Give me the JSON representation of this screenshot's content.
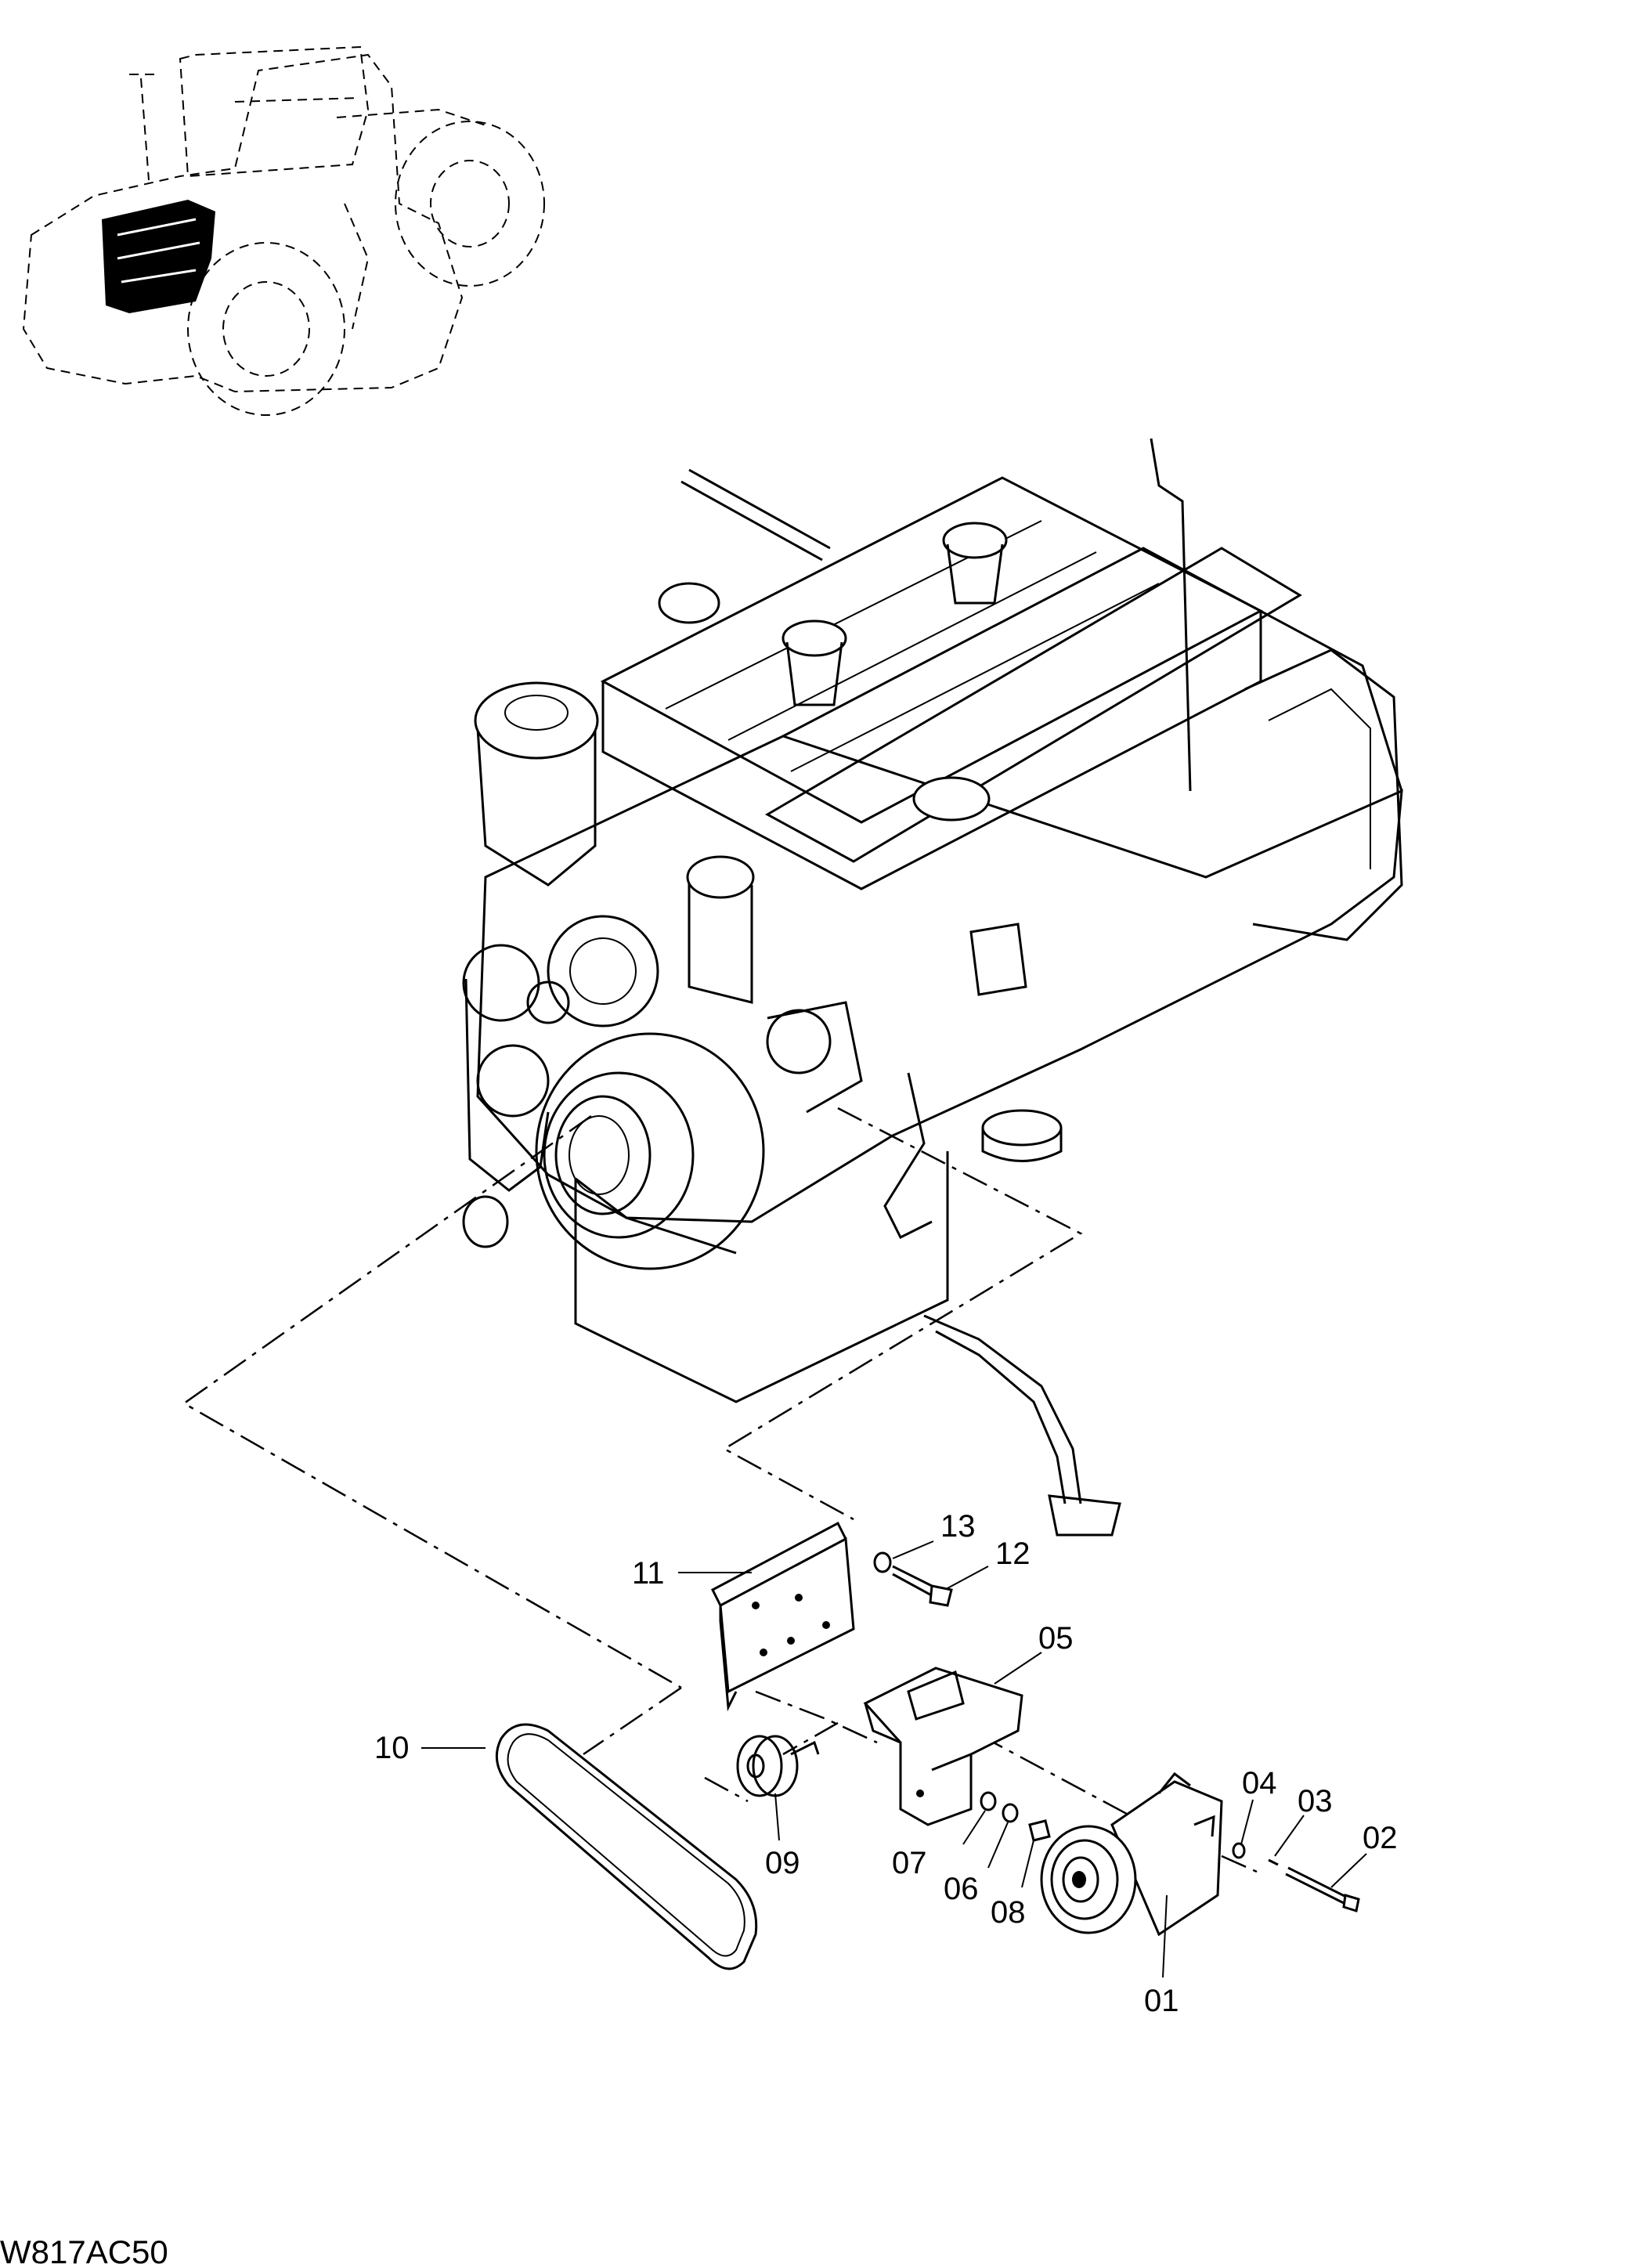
{
  "drawing": {
    "code": "W817AC50"
  },
  "callouts": [
    {
      "id": "01",
      "label": "01"
    },
    {
      "id": "02",
      "label": "02"
    },
    {
      "id": "03",
      "label": "03"
    },
    {
      "id": "04",
      "label": "04"
    },
    {
      "id": "05",
      "label": "05"
    },
    {
      "id": "06",
      "label": "06"
    },
    {
      "id": "07",
      "label": "07"
    },
    {
      "id": "08",
      "label": "08"
    },
    {
      "id": "09",
      "label": "09"
    },
    {
      "id": "10",
      "label": "10"
    },
    {
      "id": "11",
      "label": "11"
    },
    {
      "id": "12",
      "label": "12"
    },
    {
      "id": "13",
      "label": "13"
    }
  ]
}
